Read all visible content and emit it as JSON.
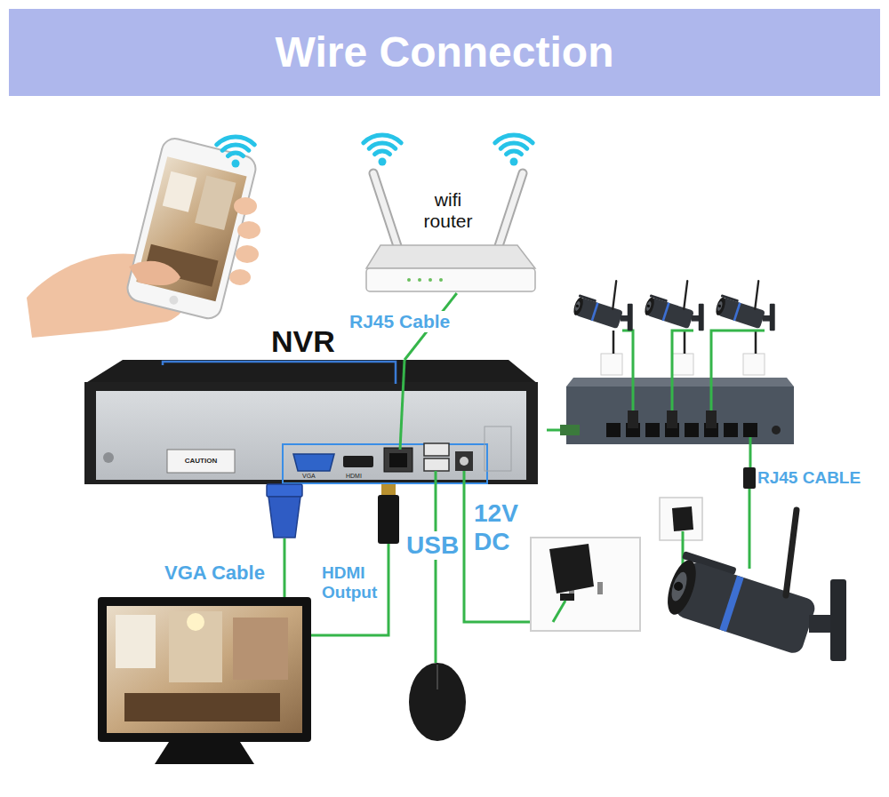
{
  "diagram": {
    "title": "Wire Connection",
    "nodes": [
      {
        "text": [
          "wifi router"
        ]
      },
      {
        "text": [
          "NVR"
        ]
      }
    ],
    "edges": [
      {
        "from": 0,
        "to": 1,
        "arrow": "none",
        "label": "RJ45 Cable"
      }
    ],
    "labels": [
      "VGA",
      "HDMI",
      "CAUTION",
      "VGA Cable",
      "HDMI Output",
      "USB",
      "12V DC",
      "RJ45 CABLE"
    ]
  }
}
